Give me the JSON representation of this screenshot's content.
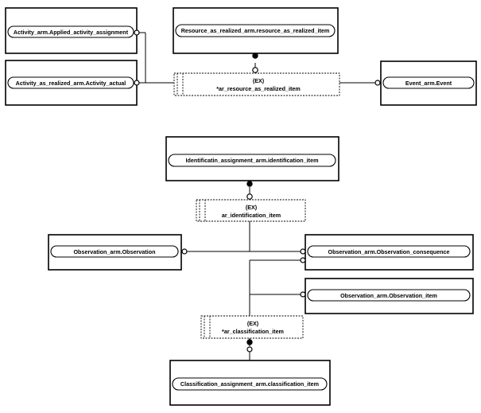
{
  "entities": {
    "applied_activity_assignment": "Activity_arm.Applied_activity_assignment",
    "activity_actual": "Activity_as_realized_arm.Activity_actual",
    "resource_as_realized_item": "Resource_as_realized_arm.resource_as_realized_item",
    "event": "Event_arm.Event",
    "identification_item": "Identificatin_assignment_arm.identification_item",
    "observation": "Observation_arm.Observation",
    "observation_consequence": "Observation_arm.Observation_consequence",
    "observation_item": "Observation_arm.Observation_item",
    "classification_item": "Classification_assignment_arm.classification_item"
  },
  "selects": {
    "resource": {
      "tag": "(EX)",
      "name": "*ar_resource_as_realized_item"
    },
    "identification": {
      "tag": "(EX)",
      "name": "ar_identification_item"
    },
    "classification": {
      "tag": "(EX)",
      "name": "*ar_classification_item"
    }
  }
}
